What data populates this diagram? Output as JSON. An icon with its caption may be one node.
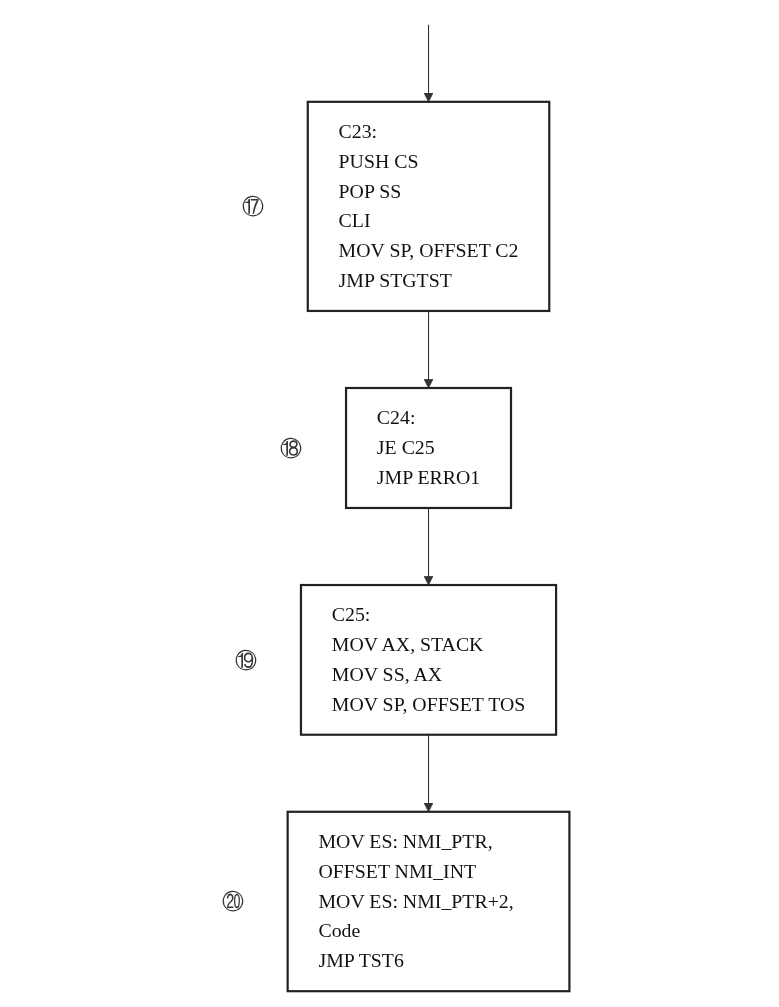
{
  "diagram": {
    "nodes": [
      {
        "text": [
          "C23:",
          "PUSH CS",
          "POP SS",
          "CLI",
          "MOV SP, OFFSET C2",
          "JMP STGTST"
        ],
        "beside": [
          "⑰"
        ]
      },
      {
        "text": [
          "C24:",
          "JE C25",
          "JMP ERRO1"
        ],
        "beside": [
          "⑱"
        ]
      },
      {
        "text": [
          "C25:",
          "MOV AX, STACK",
          "MOV SS, AX",
          "MOV SP, OFFSET TOS"
        ],
        "beside": [
          "⑲"
        ]
      },
      {
        "text": [
          "MOV ES: NMI_PTR, OFFSET NMI_INT",
          "MOV ES: NMI_PTR+2, Code",
          "JMP TST6"
        ],
        "beside": [
          "⑳"
        ]
      }
    ],
    "edges": [
      {
        "from": null,
        "to": 0,
        "arrow": "to"
      },
      {
        "from": 0,
        "to": 1,
        "arrow": "to"
      },
      {
        "from": 1,
        "to": 2,
        "arrow": "to"
      },
      {
        "from": 2,
        "to": 3,
        "arrow": "to"
      }
    ]
  }
}
